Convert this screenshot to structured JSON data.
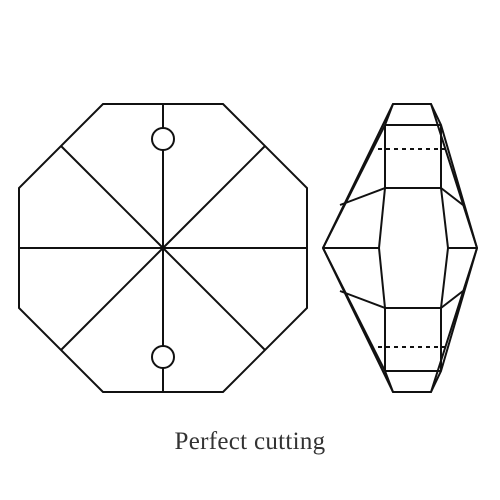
{
  "caption": "Perfect cutting",
  "colors": {
    "line": "#111111",
    "caption": "#333333",
    "background": "#ffffff"
  },
  "views": {
    "front": {
      "shape": "octagon",
      "connector_holes": 2,
      "radial_cut_lines": 8
    },
    "side": {
      "shape": "double-pointed faceted profile",
      "dashed_girdle_lines": 2
    }
  }
}
